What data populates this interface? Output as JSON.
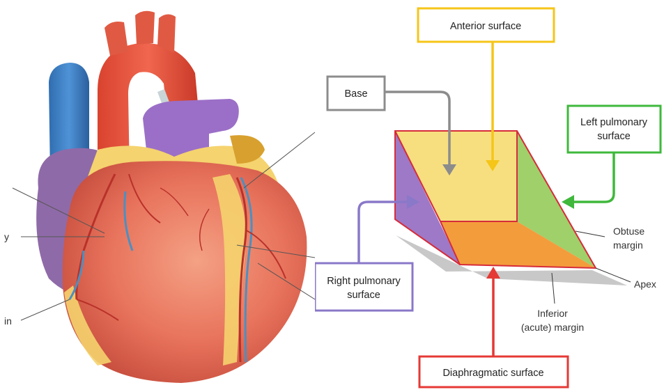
{
  "left_illustration": {
    "partial_labels": [
      "y",
      "in"
    ],
    "colors": {
      "ventricle": "#e8705a",
      "ventricle_light": "#f29a7e",
      "aorta": "#e8533f",
      "pulmonary_trunk": "#9b6fc7",
      "vena_cava": "#3b7fc4",
      "right_atrium": "#8f6aa8",
      "fat": "#f5d36e",
      "coronary_artery": "#c0392b",
      "coronary_vein": "#4a90c2"
    }
  },
  "right_diagram": {
    "box_labels": {
      "anterior_surface": "Anterior surface",
      "base": "Base",
      "left_pulmonary_line1": "Left pulmonary",
      "left_pulmonary_line2": "surface",
      "right_pulmonary_line1": "Right pulmonary",
      "right_pulmonary_line2": "surface",
      "diaphragmatic_surface": "Diaphragmatic surface"
    },
    "plain_labels": {
      "obtuse_line1": "Obtuse",
      "obtuse_line2": "margin",
      "apex": "Apex",
      "inferior_line1": "Inferior",
      "inferior_line2": "(acute) margin"
    },
    "colors": {
      "anterior": "#f5c518",
      "base": "#8c8c8c",
      "left_pulmonary": "#3fb83c",
      "right_pulmonary": "#8a78c9",
      "diaphragmatic": "#e53935",
      "outline": "#d62b3a",
      "face_front": "#f7df80",
      "face_left": "#9d79c7",
      "face_right": "#9fd06a",
      "face_bottom": "#f39c3c"
    }
  }
}
